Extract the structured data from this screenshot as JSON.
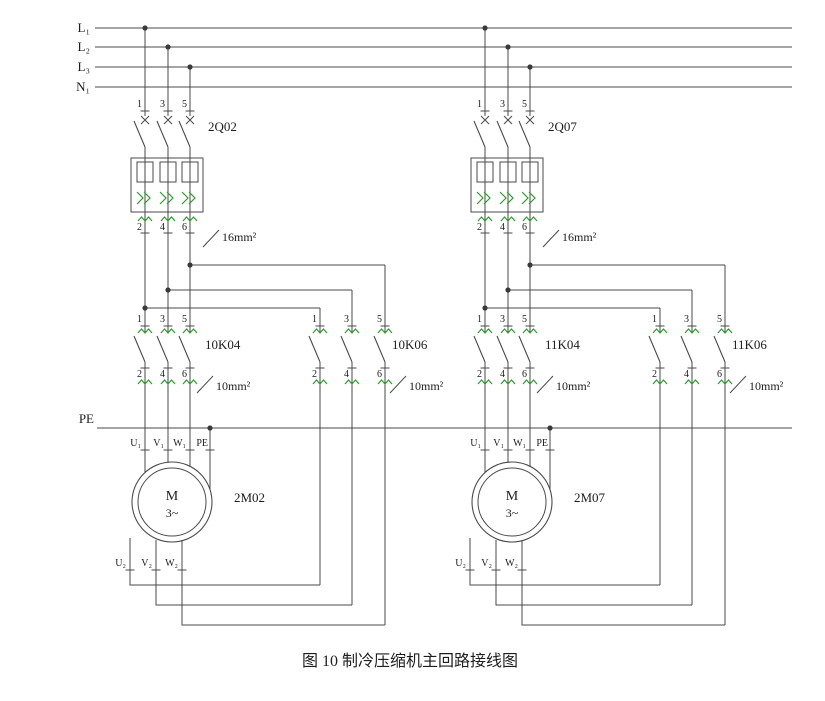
{
  "caption": "图 10  制冷压缩机主回路接线图",
  "bus_labels": {
    "l1": "L₁",
    "l2": "L₂",
    "l3": "L₃",
    "n1": "N₁",
    "pe": "PE"
  },
  "terminals": {
    "in": [
      "1",
      "3",
      "5"
    ],
    "out": [
      "2",
      "4",
      "6"
    ]
  },
  "motor_symbol": {
    "letter": "M",
    "phases": "3~"
  },
  "motor_terminals": {
    "top": [
      "U₁",
      "V₁",
      "W₁"
    ],
    "pe": "PE",
    "bottom": [
      "U₂",
      "V₂",
      "W₂"
    ]
  },
  "wire_sizes": {
    "feeder": "16mm²",
    "branch": "10mm²"
  },
  "circuits": [
    {
      "breaker": "2Q02",
      "contactor1": "10K04",
      "contactor2": "10K06",
      "motor": "2M02"
    },
    {
      "breaker": "2Q07",
      "contactor1": "11K04",
      "contactor2": "11K06",
      "motor": "2M07"
    }
  ],
  "colors": {
    "wire": "#4a4a4a",
    "accent_green": "#2e9b2e"
  }
}
